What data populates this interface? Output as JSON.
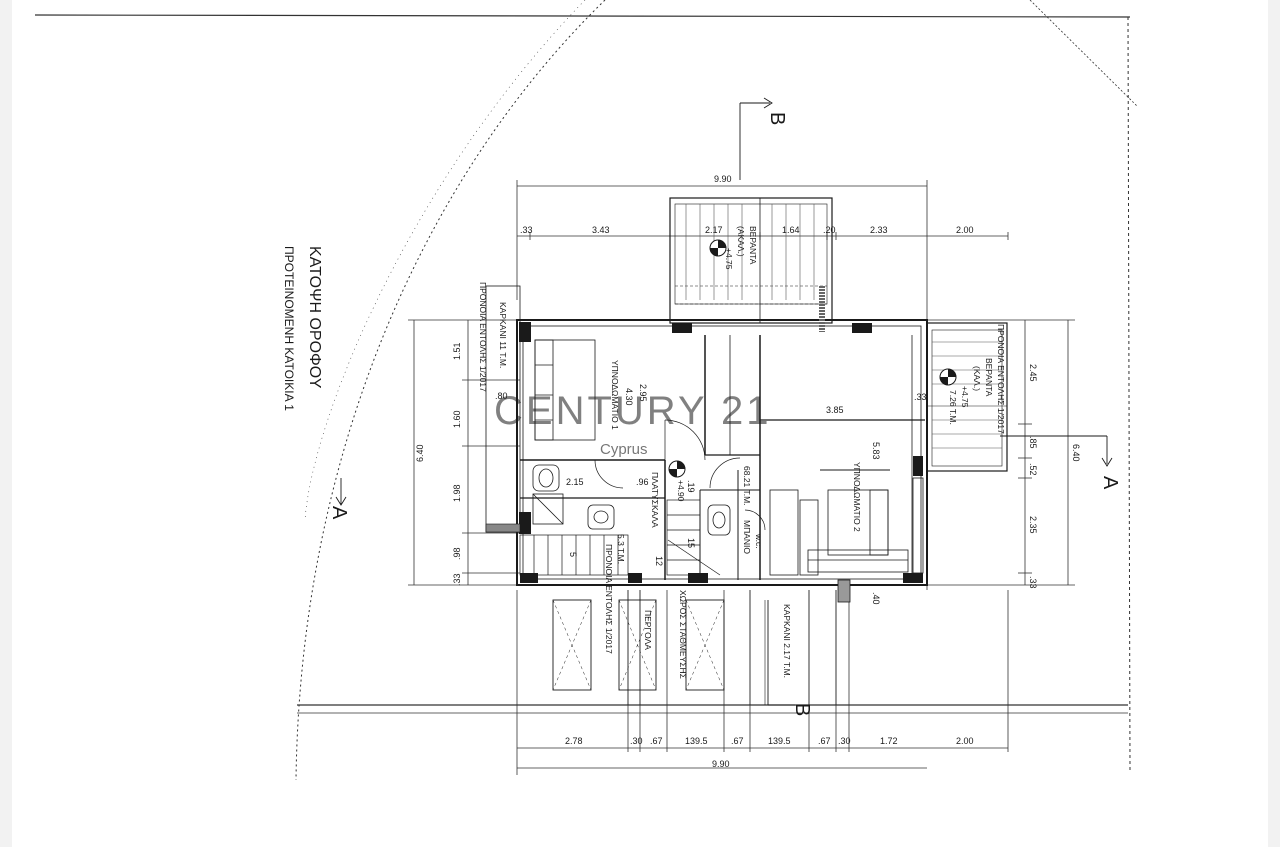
{
  "title": {
    "main": "ΚΑΤΟΨΗ ΟΡΟΦΟΥ",
    "sub": "ΠΡΟΤΕΙΝΟΜΕΝΗ ΚΑΤΟΙΚΙΑ 1"
  },
  "watermark": {
    "brand": "CENTURY 21",
    "sub": "Cyprus"
  },
  "sections": {
    "b_top": "B",
    "b_bottom": "B",
    "a_left": "A",
    "a_right": "A"
  },
  "dims": {
    "top_total": "9.90",
    "top_segments": [
      ".33",
      "3.43",
      "2.17",
      "1.64",
      ".20",
      "2.33",
      "2.00"
    ],
    "bottom_total": "9.90",
    "bottom_segments": [
      "2.78",
      ".30",
      ".67",
      "139.5",
      ".67",
      "139.5",
      ".67",
      ".30",
      "1.72",
      "2.00"
    ],
    "left_total": "6.40",
    "left_segments": [
      "1.51",
      "1.60",
      "1.98",
      ".98",
      ".33"
    ],
    "left_inner": ".80",
    "right_total": "6.40",
    "right_segments": [
      "2.45",
      ".85",
      ".52",
      "2.35",
      ".33"
    ],
    "right_small": ".33",
    "dim_040": ".40"
  },
  "rooms": {
    "bedroom1": "ΥΠΝΟΔΩΜΑΤΙΟ 1",
    "bedroom1_w": "4.30",
    "bedroom1_h": "2.95",
    "bedroom2": "ΥΠΝΟΔΩΜΑΤΙΟ 2",
    "bedroom2_w": "3.85",
    "bedroom2_h": "5.83",
    "veranda_top_name": "ΒΕΡΑΝΤΑ",
    "veranda_top_sub": "(ΑΚΑΛ.)",
    "veranda_top_level": "+4.75",
    "veranda_right_name": "ΒΕΡΑΝΤΑ",
    "veranda_right_sub": "(ΚΑΛ.)",
    "veranda_right_level": "+4.75",
    "veranda_right_area": "7.26 Τ.Μ.",
    "veranda_right_note": "ΠΡΟΝΟΙΑ ΕΝΤΟΛΗΣ 1/2017",
    "landing": "ΠΛΑΤΥΣΚΑΛΑ",
    "landing_level": "+4.90",
    "landing_dim_a": "2.15",
    "landing_dim_b": ".96",
    "landing_dim_c": ".19",
    "landing_area": "68.21 Τ.Μ.",
    "bath": "ΜΠΑΝΙΟ",
    "bath_area": "w.c.",
    "stair_15": "15",
    "stair_12": "12",
    "stair_5": "5",
    "stair_area": "5.3 Τ.Μ.",
    "stair_note": "ΠΡΟΝΟΙΑ ΕΝΤΟΛΗΣ 1/2017",
    "left_note": "ΠΡΟΝΟΙΑ ΕΝΤΟΛΗΣ 1/2017",
    "left_carcass": "ΚΑΡΚΑΝΙ 11 Τ.Μ.",
    "pergola": "ΠΕΡΓΟΛΑ",
    "parking": "ΧΩΡΟΣ ΣΤΑΘΜΕΥΣΗΣ",
    "pergola_note": "ΠΡΟΝΟΙΑ ΕΝΤΟΛΗΣ 1/2017",
    "bottom_carcass": "ΚΑΡΚΑΝΙ 2.17 Τ.Μ."
  },
  "colors": {
    "ink": "#1a1a1a",
    "watermark": "#c8b98a"
  }
}
